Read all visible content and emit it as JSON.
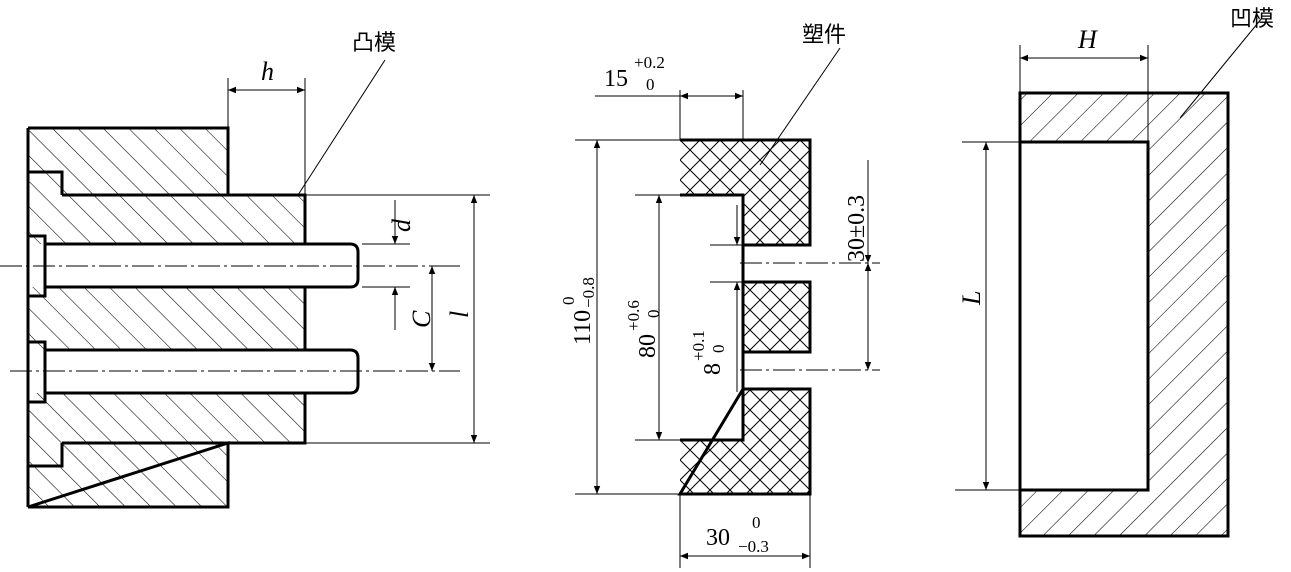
{
  "left_view": {
    "title": "凸模",
    "dim_h": "h",
    "dim_d": "d",
    "dim_C": "C",
    "dim_l": "l"
  },
  "middle_view": {
    "title": "塑件",
    "dim_top": {
      "base": "15",
      "upper": "+0.2",
      "lower": "0"
    },
    "dim_height": {
      "base": "110",
      "upper": "0",
      "lower": "−0.8"
    },
    "dim_cavity": {
      "base": "80",
      "upper": "+0.6",
      "lower": "0"
    },
    "dim_hole": {
      "base": "8",
      "upper": "+0.1",
      "lower": "0"
    },
    "dim_spacing": "30±0.3",
    "dim_width": {
      "base": "30",
      "upper": "0",
      "lower": "−0.3"
    }
  },
  "right_view": {
    "title": "凹模",
    "dim_H": "H",
    "dim_L": "L"
  }
}
